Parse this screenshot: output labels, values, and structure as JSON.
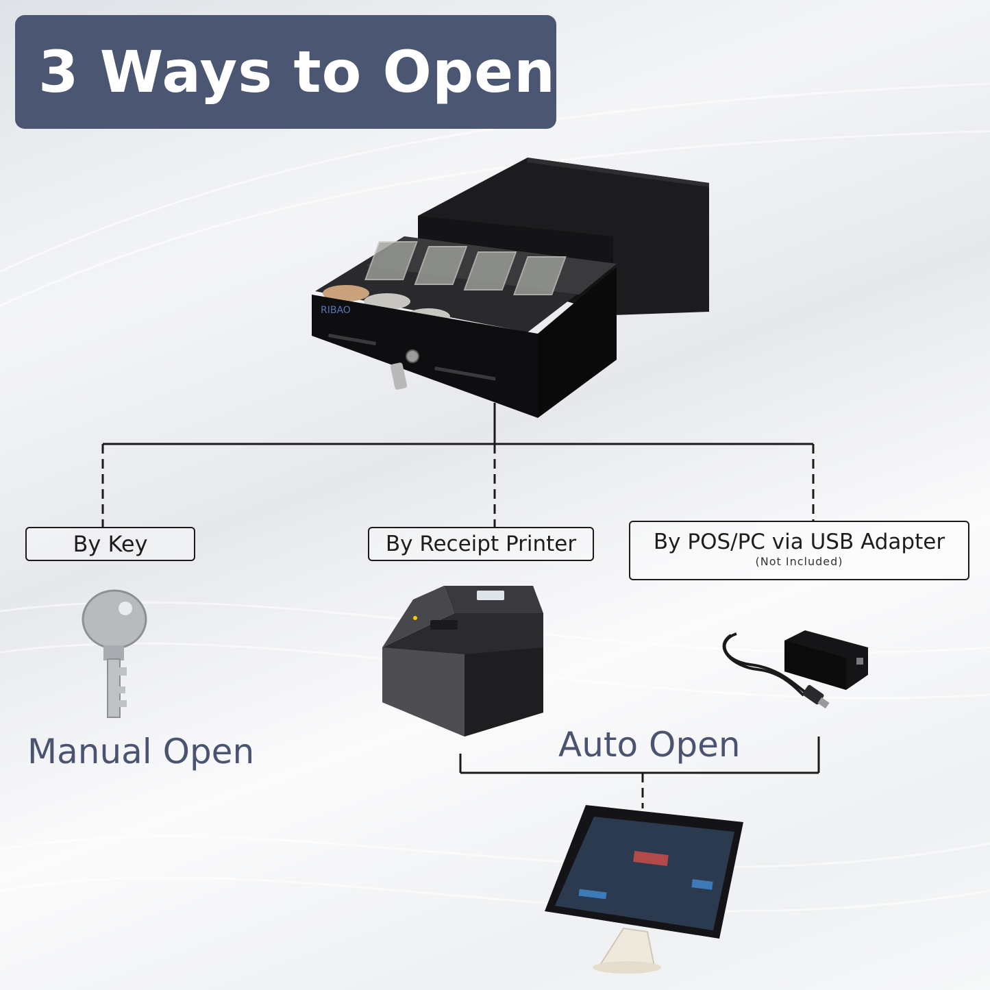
{
  "title": "3 Ways to Open",
  "options": {
    "key": {
      "label": "By Key"
    },
    "printer": {
      "label": "By Receipt Printer"
    },
    "pos": {
      "label": "By POS/PC via USB Adapter",
      "note": "(Not Included)"
    }
  },
  "groups": {
    "manual": "Manual Open",
    "auto": "Auto Open"
  },
  "brand": "RIBAO",
  "colors": {
    "banner": "#4a5672",
    "banner_text": "#ffffff",
    "group_text": "#4a5470",
    "line": "#1a1a1a"
  }
}
